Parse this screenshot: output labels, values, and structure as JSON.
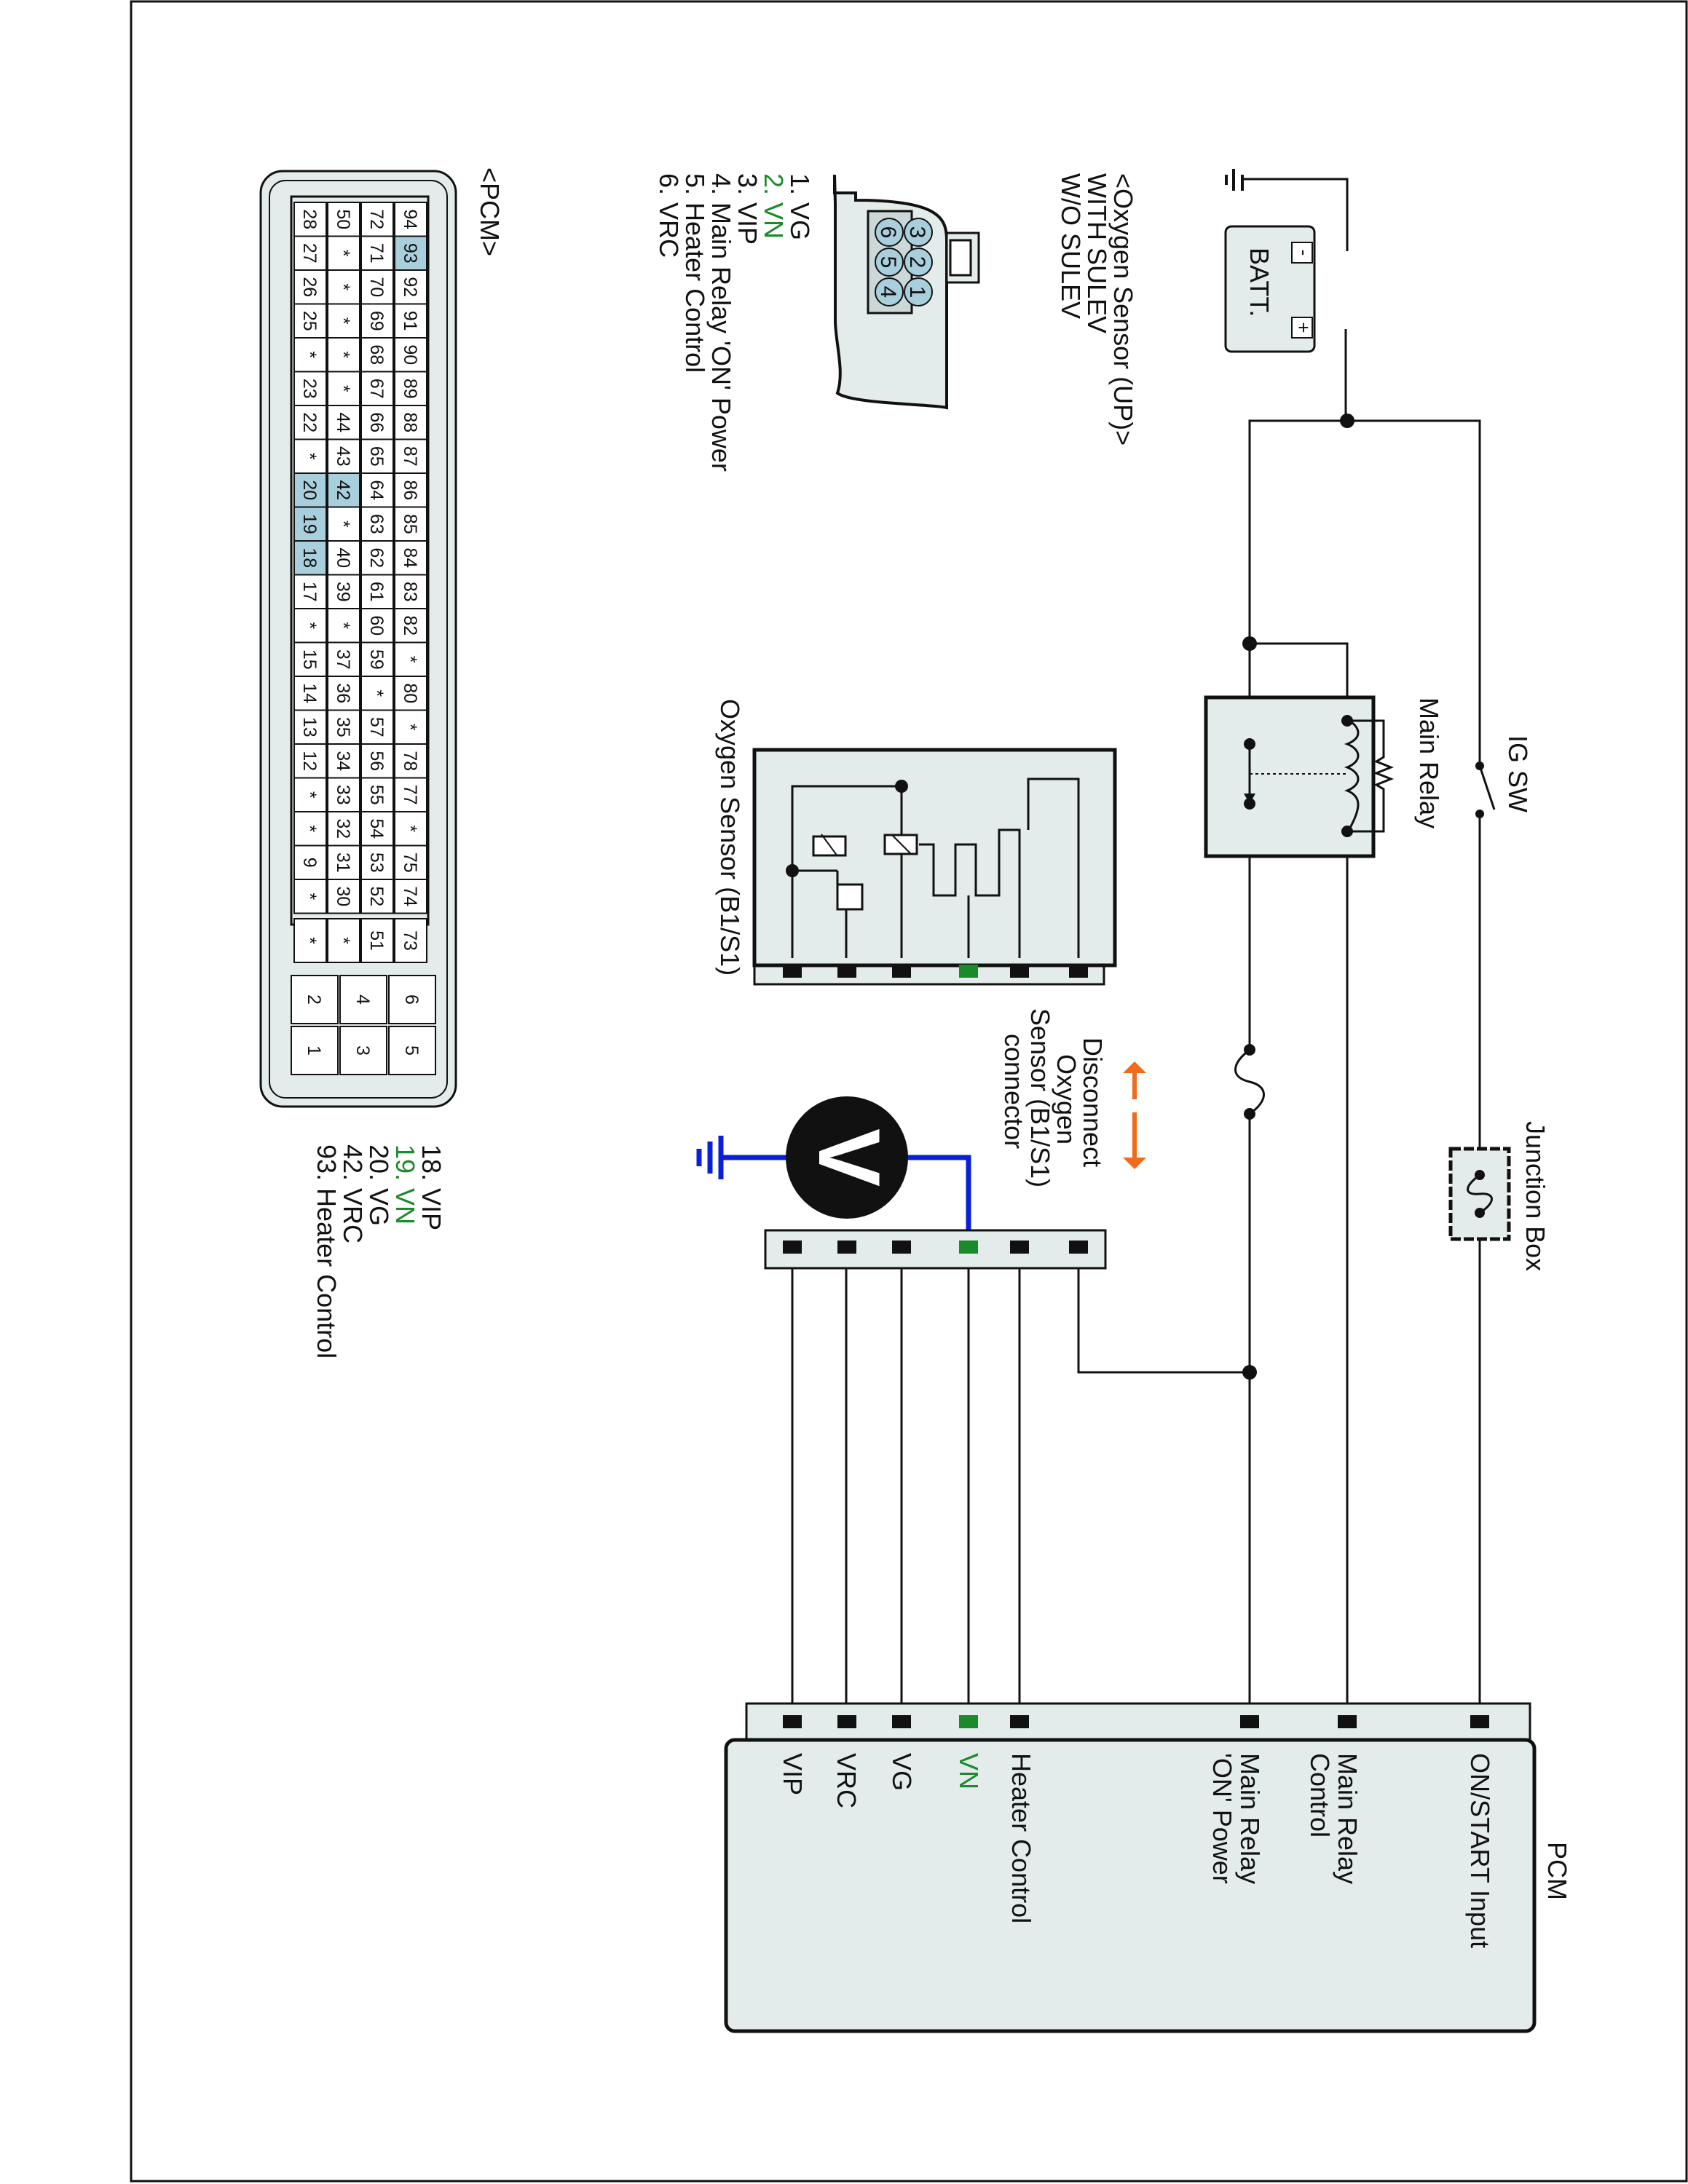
{
  "colors": {
    "panel": "#e4ebeb",
    "wire": "#111111",
    "accent_green": "#1a8a2a",
    "meter_lead": "#0a1fd8",
    "arrow": "#f26a1b",
    "pin_highlight": "#a9cfdc"
  },
  "battery": {
    "label": "BATT.",
    "minus": "-",
    "plus": "+"
  },
  "ig_sw": {
    "label": "IG SW"
  },
  "main_relay": {
    "label": "Main Relay"
  },
  "junction_box": {
    "label": "Junction Box"
  },
  "oxygen_sensor": {
    "label": "Oxygen Sensor (B1/S1)"
  },
  "disconnect": {
    "line1": "Disconnect",
    "line2": "Oxygen",
    "line3": "Sensor (B1/S1)",
    "line4": "connector"
  },
  "voltmeter": {
    "symbol": "V"
  },
  "pcm_box": {
    "title": "PCM",
    "pins": [
      "ON/START Input",
      "Main Relay",
      "Control",
      "Main Relay",
      "'ON' Power",
      "Heater Control",
      "VN",
      "VG",
      "VRC",
      "VIP"
    ]
  },
  "sensor_connector": {
    "title_line1": "<Oxygen Sensor (UP)>",
    "title_line2": "WITH SULEV",
    "title_line3": "W/O SULEV",
    "pin_numbers": [
      "1",
      "2",
      "3",
      "4",
      "5",
      "6"
    ],
    "legend": [
      "1. VG",
      "2. VN",
      "3. VIP",
      "4. Main Relay  'ON' Power",
      "5. Heater Control",
      "6. VRC"
    ]
  },
  "pcm_connector": {
    "title": "<PCM>",
    "rows": [
      [
        "94",
        "93",
        "92",
        "91",
        "90",
        "89",
        "88",
        "87",
        "86",
        "85",
        "84",
        "83",
        "82",
        "*",
        "80",
        "*",
        "78",
        "77",
        "*",
        "75",
        "74"
      ],
      [
        "72",
        "71",
        "70",
        "69",
        "68",
        "67",
        "66",
        "65",
        "64",
        "63",
        "62",
        "61",
        "60",
        "59",
        "*",
        "57",
        "56",
        "55",
        "54",
        "53",
        "52"
      ],
      [
        "50",
        "*",
        "*",
        "*",
        "*",
        "*",
        "44",
        "43",
        "42",
        "*",
        "40",
        "39",
        "*",
        "37",
        "36",
        "35",
        "34",
        "33",
        "32",
        "31",
        "30"
      ],
      [
        "28",
        "27",
        "26",
        "25",
        "*",
        "23",
        "22",
        "*",
        "20",
        "19",
        "18",
        "17",
        "*",
        "15",
        "14",
        "13",
        "12",
        "*",
        "*",
        "9",
        "*"
      ]
    ],
    "side_cells": [
      "73",
      "51",
      "*",
      "*"
    ],
    "block_cells": [
      [
        "6",
        "5"
      ],
      [
        "4",
        "3"
      ],
      [
        "2",
        "1"
      ]
    ],
    "legend": [
      "18. VIP",
      "19. VN",
      "20. VG",
      "42. VRC",
      "93. Heater Control"
    ]
  }
}
